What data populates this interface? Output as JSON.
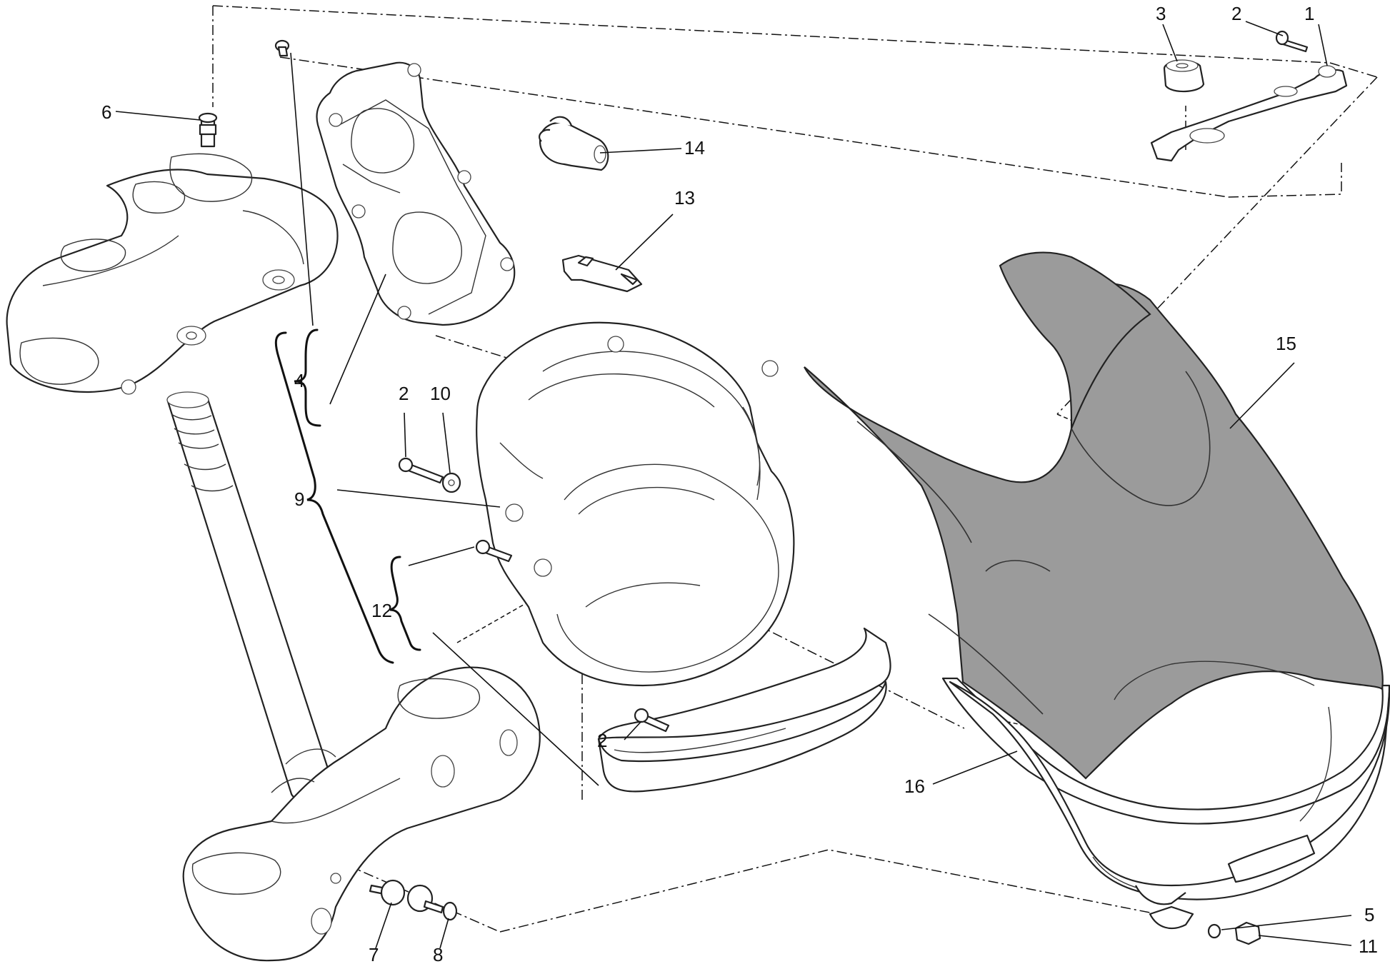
{
  "callouts": [
    {
      "id": "c1",
      "text": "1"
    },
    {
      "id": "c2a",
      "text": "2"
    },
    {
      "id": "c3",
      "text": "3"
    },
    {
      "id": "c6",
      "text": "6"
    },
    {
      "id": "c14",
      "text": "14"
    },
    {
      "id": "c13",
      "text": "13"
    },
    {
      "id": "c15",
      "text": "15"
    },
    {
      "id": "c4",
      "text": "4"
    },
    {
      "id": "c2b",
      "text": "2"
    },
    {
      "id": "c10",
      "text": "10"
    },
    {
      "id": "c9",
      "text": "9"
    },
    {
      "id": "c12",
      "text": "12"
    },
    {
      "id": "c2c",
      "text": "2"
    },
    {
      "id": "c16",
      "text": "16"
    },
    {
      "id": "c5",
      "text": "5"
    },
    {
      "id": "c11",
      "text": "11"
    },
    {
      "id": "c7",
      "text": "7"
    },
    {
      "id": "c8",
      "text": "8"
    }
  ],
  "colors": {
    "fairing_shade": "#9b9b9b",
    "line": "#222222",
    "background": "#ffffff"
  }
}
